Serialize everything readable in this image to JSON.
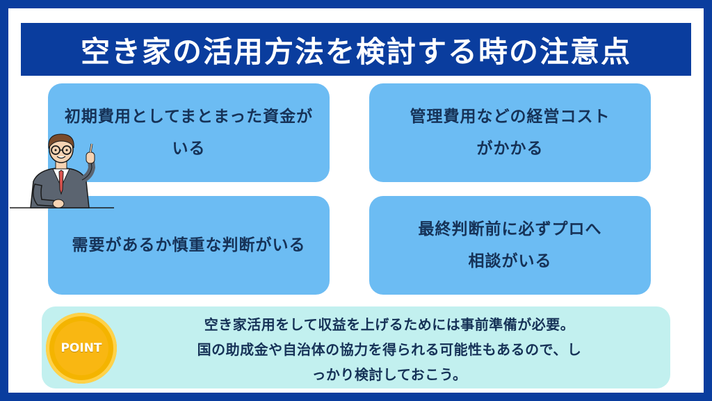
{
  "title": "空き家の活用方法を検討する時の注意点",
  "cards": [
    {
      "text": "初期費用としてまとまった資金がいる"
    },
    {
      "text": "管理費用などの経営コスト\nがかかる"
    },
    {
      "text": "需要があるか慎重な判断がいる"
    },
    {
      "text": "最終判断前に必ずプロへ\n相談がいる"
    }
  ],
  "point": {
    "badge": "POINT",
    "line1": "空き家活用をして収益を上げるためには事前準備が必要。",
    "line2": "国の助成金や自治体の協力を得られる可能性もあるので、し",
    "line3": "っかり検討しておこう。"
  },
  "colors": {
    "frame": "#0a3d9e",
    "card": "#6cbcf3",
    "point_box": "#c2f0ef",
    "coin": "#f4b400",
    "text": "#163257"
  },
  "illustration": "businessman-pointing-icon"
}
